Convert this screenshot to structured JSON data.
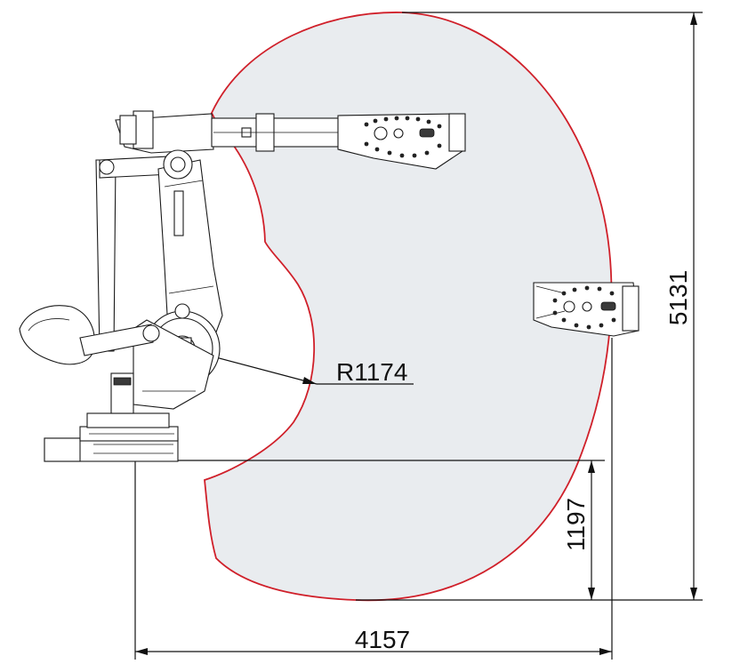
{
  "diagram": {
    "colors": {
      "envelope_stroke": "#d0202a",
      "envelope_fill": "#e9ecef",
      "lines": "#111111"
    },
    "dimensions": {
      "radius": "R1174",
      "total_height": "5131",
      "lower_height": "1197",
      "total_reach": "4157"
    }
  }
}
